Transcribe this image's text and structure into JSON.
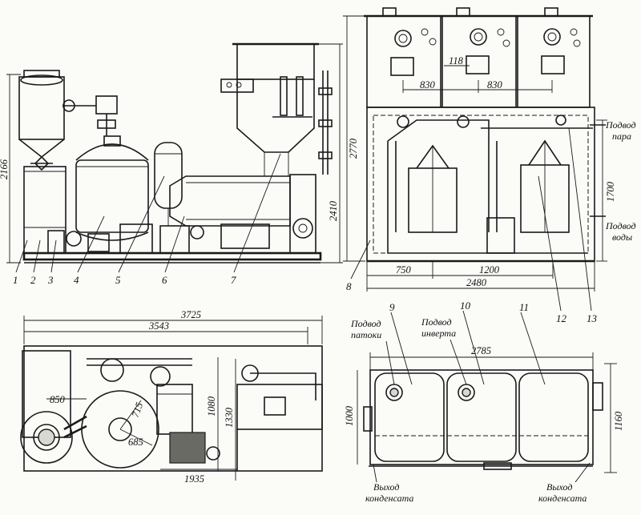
{
  "callouts": [
    "1",
    "2",
    "3",
    "4",
    "5",
    "6",
    "7",
    "8",
    "9",
    "10",
    "11",
    "12",
    "13"
  ],
  "dimensions": {
    "d2166": "2166",
    "d2410": "2410",
    "d2770": "2770",
    "d1700": "1700",
    "d118": "118",
    "d830a": "830",
    "d830b": "830",
    "d750": "750",
    "d1200": "1200",
    "d2480": "2480",
    "d3725": "3725",
    "d3543": "3543",
    "d850": "850",
    "d715": "715",
    "d685": "685",
    "d1080": "1080",
    "d1330": "1330",
    "d1935": "1935",
    "d2785": "2785",
    "d1000": "1000",
    "d1160": "1160"
  },
  "notes": {
    "steam_line1": "Подвод",
    "steam_line2": "пара",
    "water_line1": "Подвод",
    "water_line2": "воды",
    "molasses_line1": "Подвод",
    "molasses_line2": "патоки",
    "invert_line1": "Подвод",
    "invert_line2": "инверта",
    "condensate_left_line1": "Выход",
    "condensate_left_line2": "конденсата",
    "condensate_right_line1": "Выход",
    "condensate_right_line2": "конденсата"
  }
}
